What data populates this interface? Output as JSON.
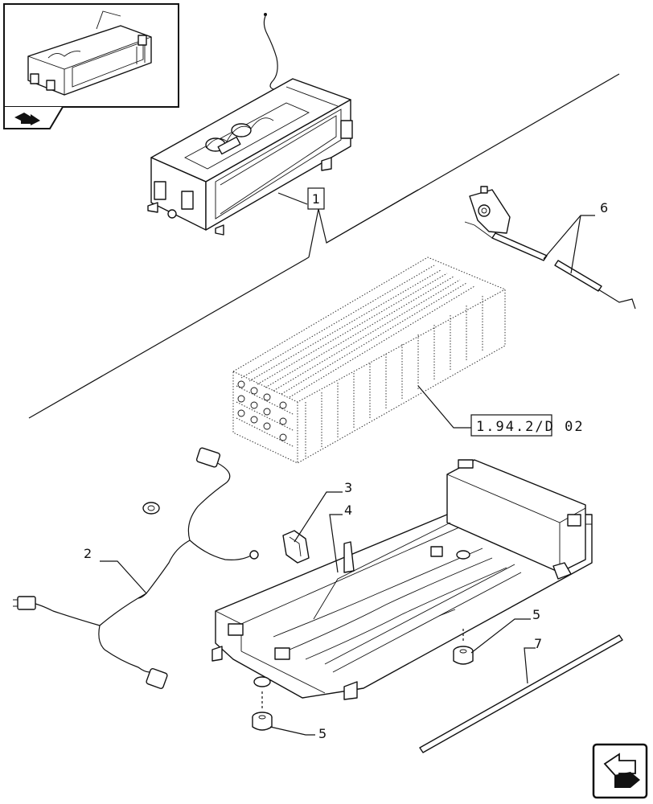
{
  "callouts": {
    "c1": "1",
    "c2": "2",
    "c3": "3",
    "c4": "4",
    "c5a": "5",
    "c5b": "5",
    "c6": "6",
    "c7": "7"
  },
  "reference": "1.94.2/D 02",
  "icons": {
    "thumbnail": "assembly-thumbnail-icon",
    "nav_prev": "previous-page-arrow-icon",
    "nav_next": "next-page-arrow-icon"
  }
}
